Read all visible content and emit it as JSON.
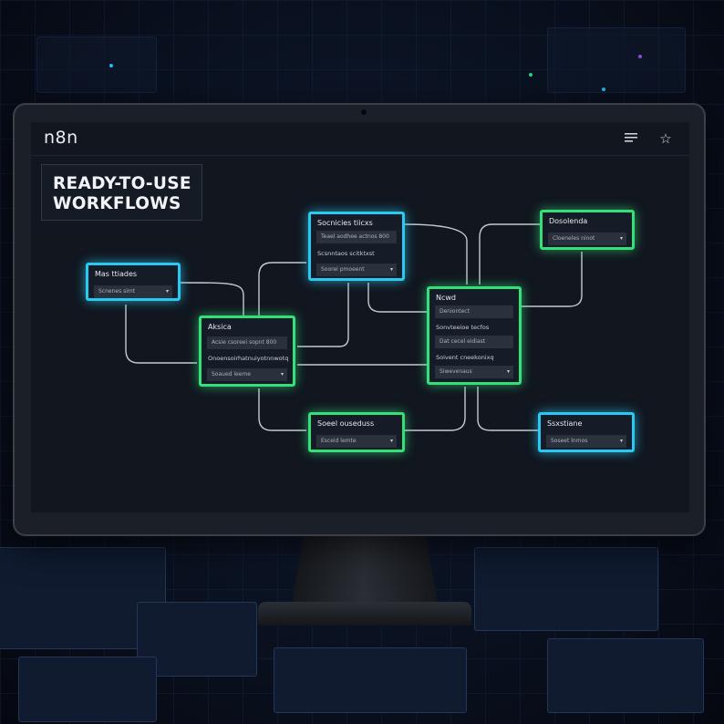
{
  "app": {
    "logo": "n8n"
  },
  "toolbar": {
    "menu_icon": "menu-icon",
    "favorite_icon": "star-icon"
  },
  "hero": {
    "line1": "READY-TO-USE",
    "line2": "WORKFLOWS"
  },
  "nodes": [
    {
      "title": "Mas ttiades",
      "rows": [
        "Scnenes simt"
      ],
      "color": "blue"
    },
    {
      "title": "Socnicies tiicxs",
      "rows": [
        "Teael aodhee actnos 800",
        "Scsnntaos scitktxst",
        "Soorei pmoeent"
      ],
      "color": "blue"
    },
    {
      "title": "Dosolenda",
      "rows": [
        "Cloeneles ninot"
      ],
      "color": "green"
    },
    {
      "title": "Aksica",
      "rows": [
        "Acsie csoreei sopnt 800",
        "Onoensoirhatnuiyotnnwotq",
        "Soaued leeme"
      ],
      "color": "green"
    },
    {
      "title": "Ncwd",
      "rows": [
        "Deniontect",
        "Sonvteeioe tecfos",
        "Dat cecel eidiast",
        "Soivent cneekonixq",
        "Siwevenaus"
      ],
      "color": "green"
    },
    {
      "title": "Soeel ouseduss",
      "rows": [
        "Esceid lemte"
      ],
      "color": "green"
    },
    {
      "title": "Ssxstiane",
      "rows": [
        "Soseet lnmos"
      ],
      "color": "blue"
    }
  ],
  "colors": {
    "node_blue": "#2ac9f2",
    "node_green": "#33e07a",
    "screen_bg": "#11161f",
    "wire": "#d9dde3"
  }
}
